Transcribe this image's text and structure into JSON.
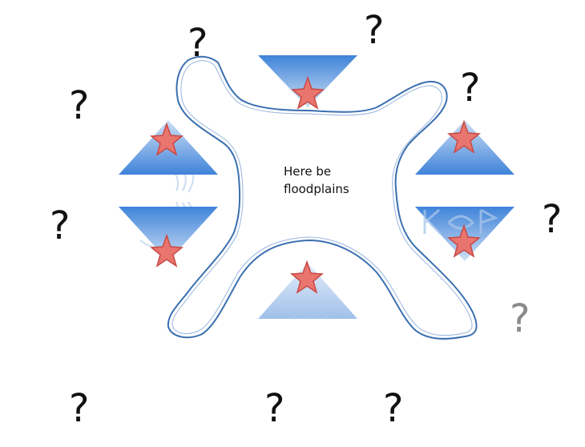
{
  "center_label": {
    "line1": "Here be",
    "line2": "floodplains"
  },
  "question_mark": "?",
  "colors": {
    "triangle_light": "#cfe0f5",
    "triangle_dark": "#3f83d9",
    "star_fill": "#e8756e",
    "star_stroke": "#c94a45",
    "outline": "#3b6fb0",
    "watermark": "#a9c6ea"
  },
  "icons": {
    "triangle": "triangle-icon",
    "star": "star-icon",
    "question": "question-mark"
  }
}
